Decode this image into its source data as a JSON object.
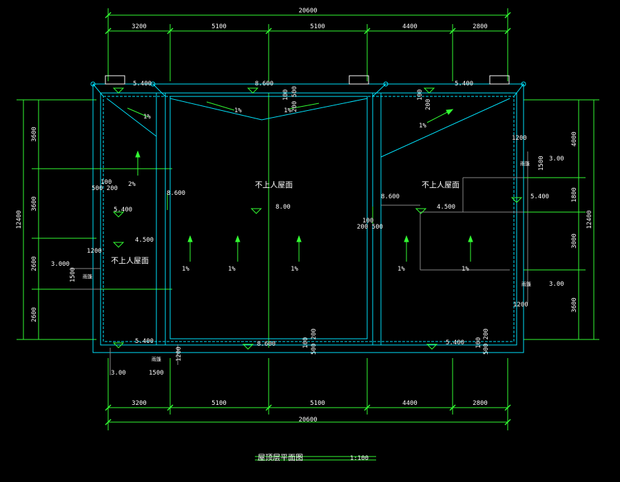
{
  "drawing": {
    "title": "屋顶层平面图",
    "scale": "1:100"
  },
  "dimensions": {
    "top_total": "20600",
    "top_segments": [
      "3200",
      "5100",
      "5100",
      "4400",
      "2800"
    ],
    "bottom_total": "20600",
    "bottom_segments": [
      "3200",
      "5100",
      "5100",
      "4400",
      "2800"
    ],
    "left_total": "12400",
    "left_segments": [
      "3600",
      "3600",
      "2600",
      "2600"
    ],
    "right_total": "12400",
    "right_segments": [
      "4000",
      "1800",
      "3000",
      "3600"
    ]
  },
  "elevations": {
    "top_left": "5.400",
    "top_mid": "8.600",
    "top_right": "5.400",
    "left_mid": "5.400",
    "left_low": "4.500",
    "center": "8.00",
    "right_mid": "4.500",
    "right_edge": "5.400",
    "col1": "8.600",
    "col2": "8.600",
    "bottom_left": "5.400",
    "bottom_mid": "8.600",
    "bottom_right": "5.400",
    "small_left": "3.000",
    "small_bottom": "3.00",
    "small_right_top": "3.00",
    "small_right_bottom": "3.00"
  },
  "labels": {
    "no_access_roof": "不上人屋面",
    "slope": "1%",
    "slope2": "2%",
    "wall_a": "100",
    "wall_b": "200",
    "wall_c": "500",
    "wall_ab": "500 200",
    "wall_ac": "200 500",
    "dim_1200": "1200",
    "dim_1500": "1500",
    "canopy": "雨篷"
  },
  "colors": {
    "background": "#000000",
    "dimension_lines": "#33ff33",
    "walls": "#00e5ff",
    "text": "#ffffff"
  }
}
